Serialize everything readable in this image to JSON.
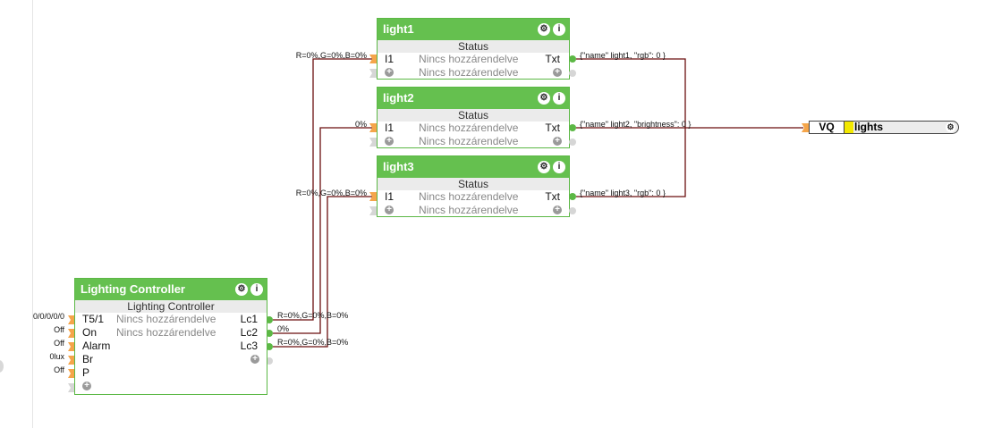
{
  "colors": {
    "header": "#65c04f",
    "border": "#5cb845",
    "wire": "#6b0f0f",
    "input_port": "#f5a54a",
    "output_port": "#5cb845",
    "vq_highlight": "#f2e800"
  },
  "blocks": {
    "light1": {
      "title": "light1",
      "subtitle": "Status",
      "input": "I1",
      "unassigned1": "Nincs hozzárendelve",
      "unassigned2": "Nincs hozzárendelve",
      "output": "Txt",
      "input_value": "R=0%,G=0%,B=0%",
      "output_value": "{\"name\" light1, \"rgb\": 0 }"
    },
    "light2": {
      "title": "light2",
      "subtitle": "Status",
      "input": "I1",
      "unassigned1": "Nincs hozzárendelve",
      "unassigned2": "Nincs hozzárendelve",
      "output": "Txt",
      "input_value": "0%",
      "output_value": "{\"name\" light2, \"brightness\": 0 }"
    },
    "light3": {
      "title": "light3",
      "subtitle": "Status",
      "input": "I1",
      "unassigned1": "Nincs hozzárendelve",
      "unassigned2": "Nincs hozzárendelve",
      "output": "Txt",
      "input_value": "R=0%,G=0%,B=0%",
      "output_value": "{\"name\" light3, \"rgb\": 0 }"
    },
    "controller": {
      "title": "Lighting Controller",
      "subtitle": "Lighting Controller",
      "inputs": [
        {
          "name": "T5/1",
          "value": "0/0/0/0/0",
          "unassigned": "Nincs hozzárendelve"
        },
        {
          "name": "On",
          "value": "Off",
          "unassigned": "Nincs hozzárendelve"
        },
        {
          "name": "Alarm",
          "value": "Off"
        },
        {
          "name": "Br",
          "value": "0lux"
        },
        {
          "name": "P",
          "value": "Off"
        }
      ],
      "outputs": [
        {
          "name": "Lc1",
          "value": "R=0%,G=0%,B=0%"
        },
        {
          "name": "Lc2",
          "value": "0%"
        },
        {
          "name": "Lc3",
          "value": "R=0%,G=0%,B=0%"
        }
      ]
    }
  },
  "vq": {
    "label": "VQ",
    "name": "lights"
  },
  "icons": {
    "gear": "⚙",
    "info": "i",
    "plus": "+"
  }
}
